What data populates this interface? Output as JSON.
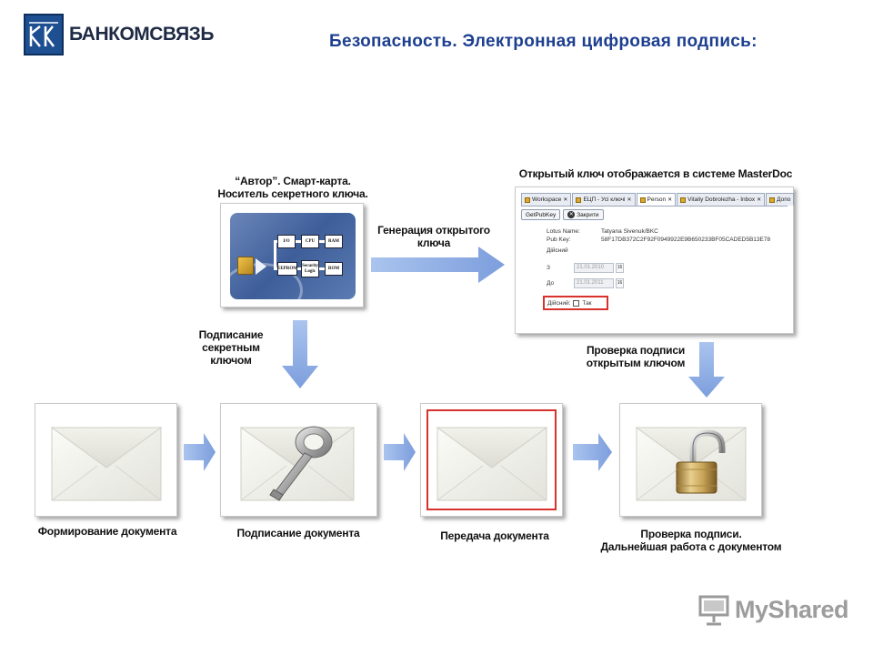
{
  "header": {
    "logo_text": "БАНКОМСВЯЗЬ",
    "logo_mark": "bkc-logo",
    "title": "Безопасность. Электронная цифровая подпись:"
  },
  "colors": {
    "title": "#1d3f8f",
    "arrow": "#8eaee6",
    "highlight": "#d8322c",
    "logo": "#1d4f91"
  },
  "diagram": {
    "smartcard": {
      "caption_line1": "“Автор”. Смарт-карта.",
      "caption_line2": "Носитель секретного ключа.",
      "blocks": {
        "io": "I/O",
        "cpu": "CPU",
        "ram": "RAM",
        "eeprom": "EEPROM",
        "security_logic_line1": "Security",
        "security_logic_line2": "Logic",
        "rom": "ROM"
      }
    },
    "arrow_generate": {
      "label_line1": "Генерация открытого",
      "label_line2": "ключа"
    },
    "masterdoc": {
      "caption": "Открытый ключ отображается в системе MasterDoc",
      "tabs": [
        "Workspace",
        "ЕЦП - Усі ключі",
        "Person",
        "Vitaliy Dobrolezha - Inbox",
        "Допо"
      ],
      "buttons": {
        "getpubkey": "GetPubKey",
        "close": "Закрити"
      },
      "fields": {
        "lotus_label": "Lotus Name:",
        "lotus_value": "Tatyana Sivenuk/BKC",
        "pubkey_label": "Pub Key:",
        "pubkey_value": "58F17DB372C2F92F0949922E9B650233BF05CADED5B13E78",
        "valid_label": "Дійсний",
        "from_label": "З",
        "from_value": "21.01.2010",
        "to_label": "До",
        "to_value": "21.01.2011",
        "cal": "16",
        "valid_check_label": "Дійсний:",
        "valid_check_value": "Так"
      }
    },
    "arrow_sign": {
      "label_line1": "Подписание",
      "label_line2": "секретным ключом"
    },
    "arrow_verify": {
      "label_line1": "Проверка подписи",
      "label_line2": "открытым ключом"
    },
    "steps": [
      {
        "caption_line1": "Формирование документа",
        "caption_line2": ""
      },
      {
        "caption_line1": "Подписание документа",
        "caption_line2": ""
      },
      {
        "caption_line1": "Передача документа",
        "caption_line2": ""
      },
      {
        "caption_line1": "Проверка подписи.",
        "caption_line2": "Дальнейшая работа с документом"
      }
    ]
  },
  "watermark": {
    "text": "MyShared"
  }
}
